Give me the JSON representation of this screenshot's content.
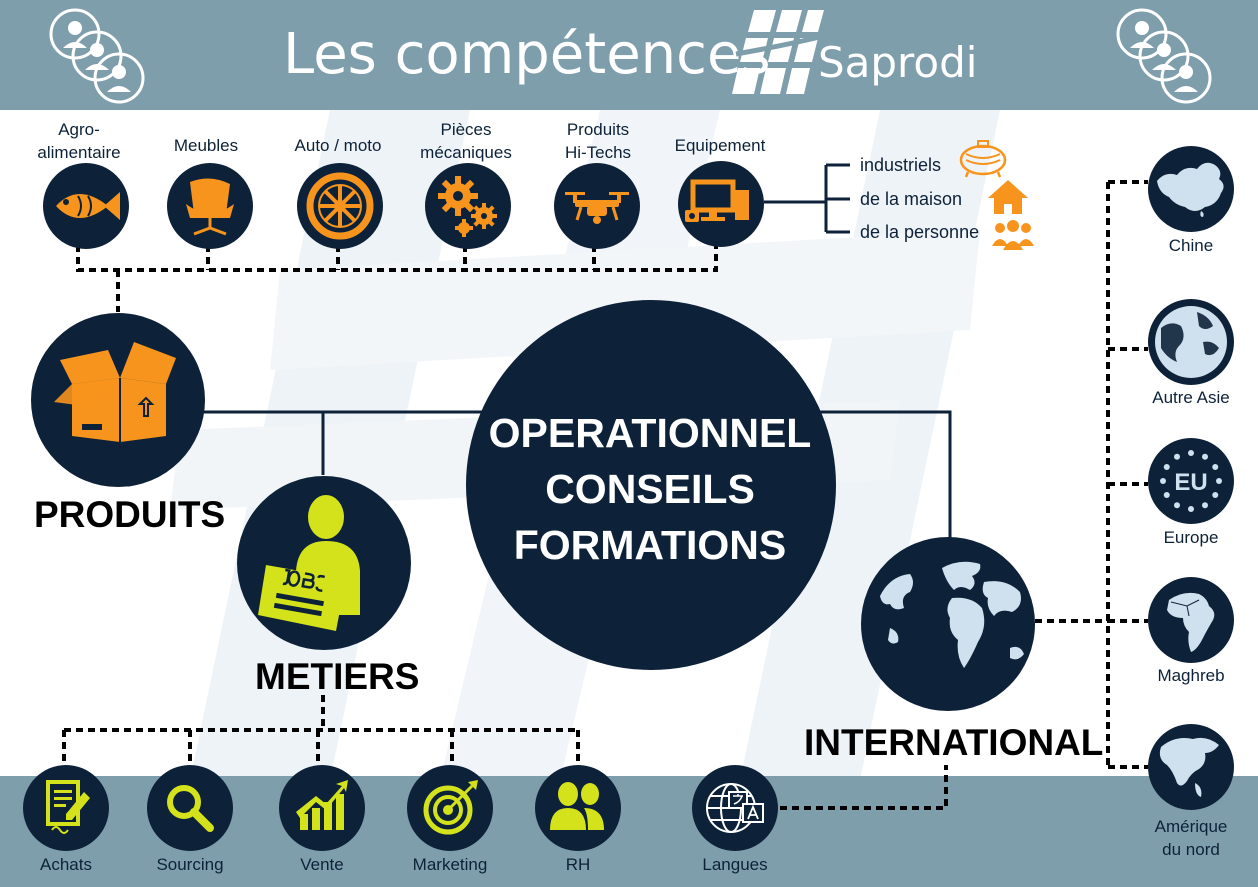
{
  "header": {
    "title": "Les compétences",
    "brand": "Saprodi"
  },
  "center": {
    "line1": "OPERATIONNEL",
    "line2": "CONSEILS",
    "line3": "FORMATIONS"
  },
  "hubs": {
    "produits": "PRODUITS",
    "metiers": "METIERS",
    "international": "INTERNATIONAL"
  },
  "produits_items": [
    {
      "label": "Agro-\nalimentaire",
      "icon": "fish-icon"
    },
    {
      "label": "Meubles",
      "icon": "chair-icon"
    },
    {
      "label": "Auto / moto",
      "icon": "wheel-icon"
    },
    {
      "label": "Pièces\nmécaniques",
      "icon": "gears-icon"
    },
    {
      "label": "Produits\nHi-Techs",
      "icon": "drone-icon"
    },
    {
      "label": "Equipement",
      "icon": "computer-icon"
    }
  ],
  "equipement_sub": [
    {
      "label": "industriels",
      "icon": "tank-icon"
    },
    {
      "label": "de la maison",
      "icon": "house-icon"
    },
    {
      "label": "de la personne",
      "icon": "people-icon"
    }
  ],
  "metiers_items": [
    {
      "label": "Achats",
      "icon": "document-pen-icon"
    },
    {
      "label": "Sourcing",
      "icon": "magnifier-icon"
    },
    {
      "label": "Vente",
      "icon": "growth-chart-icon"
    },
    {
      "label": "Marketing",
      "icon": "target-icon"
    },
    {
      "label": "RH",
      "icon": "team-icon"
    }
  ],
  "langues": {
    "label": "Langues",
    "icon": "translate-globe-icon"
  },
  "international_items": [
    {
      "label": "Chine",
      "icon": "china-map-icon"
    },
    {
      "label": "Autre Asie",
      "icon": "asia-globe-icon"
    },
    {
      "label": "Europe",
      "icon": "eu-flag-icon",
      "badge": "EU"
    },
    {
      "label": "Maghreb",
      "icon": "africa-map-icon"
    },
    {
      "label": "Amérique\ndu nord",
      "icon": "north-america-map-icon"
    }
  ],
  "colors": {
    "navy": "#0d2238",
    "orange": "#f7941d",
    "lime": "#d4e21b",
    "slate": "#7f9eac"
  }
}
